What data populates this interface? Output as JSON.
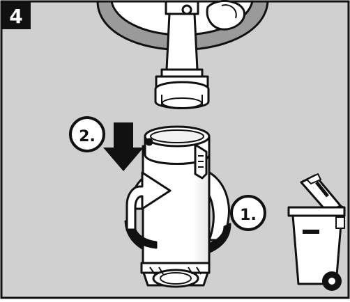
{
  "step": {
    "number": "4"
  },
  "callouts": {
    "rotate": "1.",
    "push": "2."
  },
  "icons": [
    "trash-bin-icon",
    "crossed-out-bin-icon"
  ],
  "colors": {
    "panel_background": "#d0d0d0",
    "line": "#111111",
    "part_fill": "#ffffff",
    "step_badge": "#111111"
  }
}
